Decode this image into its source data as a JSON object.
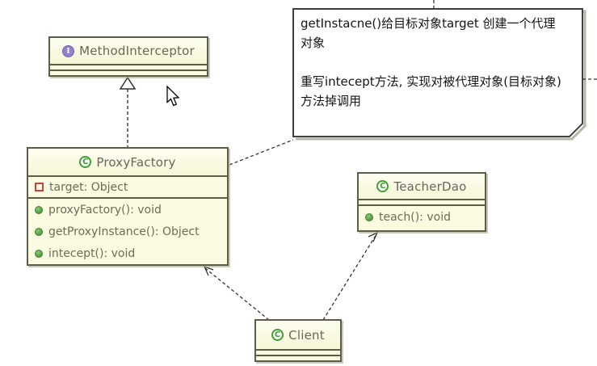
{
  "diagram": {
    "classes": {
      "method_interceptor": {
        "kind": "interface",
        "icon_letter": "I",
        "name": "MethodInterceptor"
      },
      "proxy_factory": {
        "kind": "class",
        "icon_letter": "C",
        "name": "ProxyFactory",
        "fields": [
          {
            "label": "target: Object"
          }
        ],
        "methods": [
          {
            "label": "proxyFactory(): void"
          },
          {
            "label": "getProxyInstance(): Object"
          },
          {
            "label": "intecept(): void"
          }
        ]
      },
      "teacher_dao": {
        "kind": "class",
        "icon_letter": "C",
        "name": "TeacherDao",
        "methods": [
          {
            "label": "teach(): void"
          }
        ]
      },
      "client": {
        "kind": "class",
        "icon_letter": "C",
        "name": "Client"
      }
    },
    "note": {
      "lines": [
        "getInstacne()给目标对象target 创建一个代理",
        "对象",
        "",
        "重写intecept方法, 实现对被代理对象(目标对象)",
        "方法掉调用"
      ]
    },
    "relationships": [
      {
        "type": "realization",
        "from": "ProxyFactory",
        "to": "MethodInterceptor"
      },
      {
        "type": "dependency",
        "from": "Client",
        "to": "ProxyFactory"
      },
      {
        "type": "dependency",
        "from": "Client",
        "to": "TeacherDao"
      },
      {
        "type": "note-anchor",
        "from": "note",
        "to": "ProxyFactory"
      }
    ],
    "colors": {
      "box_fill": "#fbfbe2",
      "box_border": "#5c5c49",
      "member_text": "#6c6c58",
      "interface_icon": "#9381cc",
      "class_icon_green": "#3da233",
      "field_icon_red": "#cb4335",
      "method_icon_green": "#4e9a3e",
      "note_fill": "#ffffff",
      "note_border": "#404040",
      "connector": "#333333"
    }
  }
}
